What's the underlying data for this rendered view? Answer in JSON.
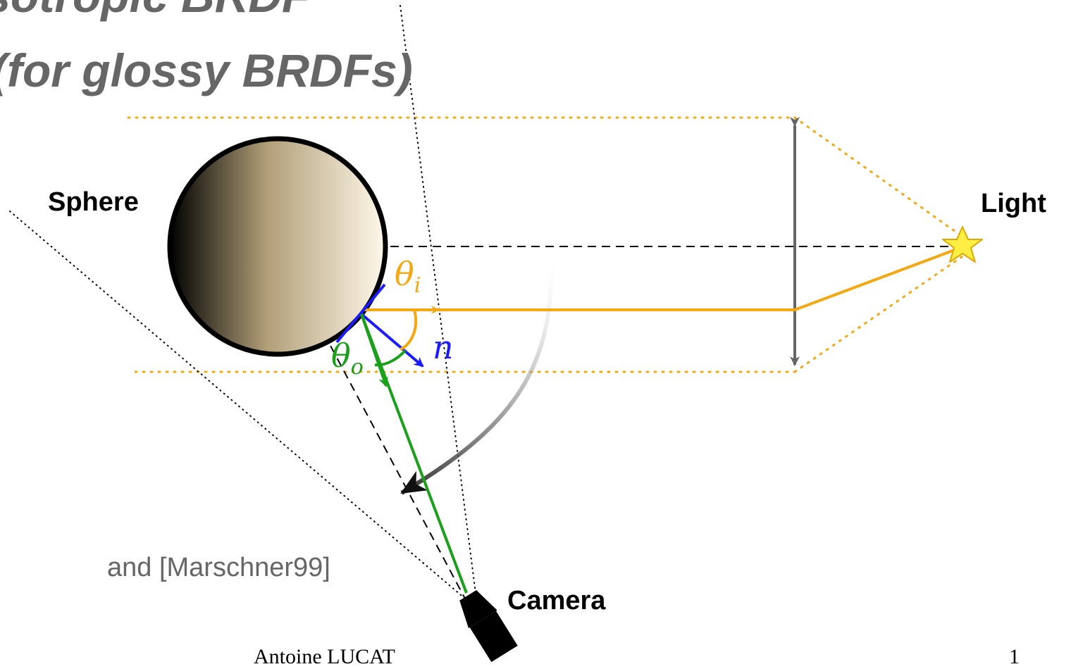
{
  "title": {
    "line1": "Isotropic BRDF",
    "line2": "(for glossy BRDFs)"
  },
  "labels": {
    "sphere": "Sphere",
    "light": "Light",
    "camera": "Camera"
  },
  "symbols": {
    "theta_i_base": "θ",
    "theta_i_sub": "i",
    "theta_o_base": "θ",
    "theta_o_sub": "o",
    "normal": "n"
  },
  "reference": "and [Marschner99]",
  "footer": {
    "author": "Antoine LUCAT",
    "page": "1"
  },
  "colors": {
    "incident": "#f5a70f",
    "outgoing": "#1aa01a",
    "normal": "#1a1aff",
    "title": "#666666",
    "guide": "#000000",
    "double_arrow": "#666666",
    "light_fill": "#ffee44",
    "sphere_dark": "#000000",
    "sphere_light": "#fff8ea"
  }
}
